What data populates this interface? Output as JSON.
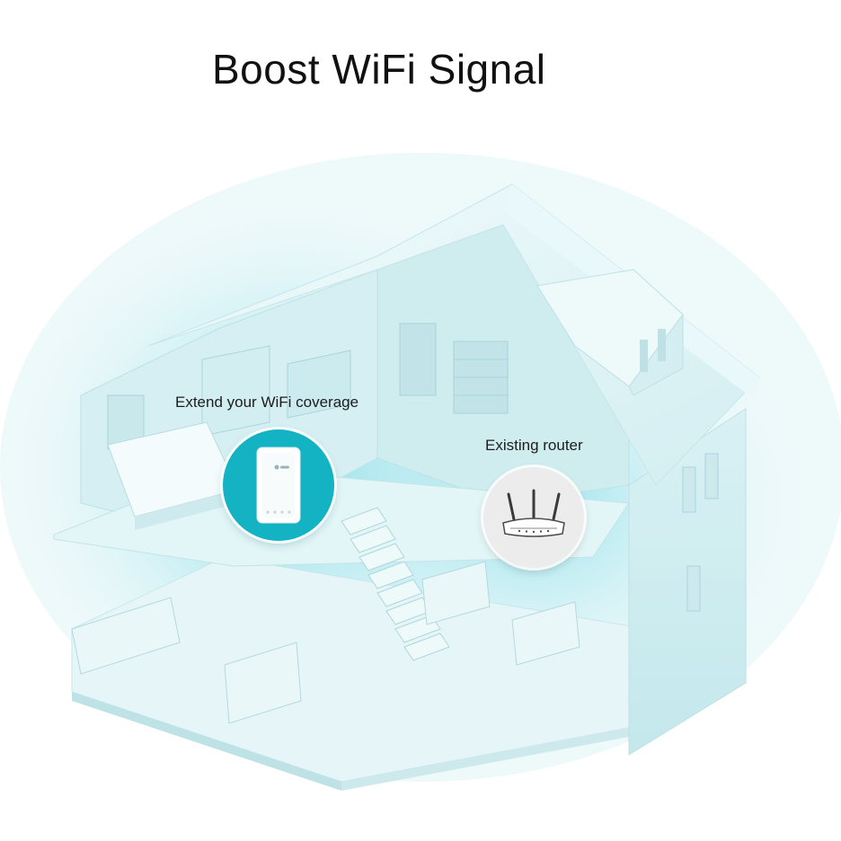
{
  "heading": {
    "title": "Boost WiFi Signal"
  },
  "callouts": {
    "extender": {
      "label": "Extend your WiFi coverage",
      "icon": "range-extender-icon"
    },
    "router": {
      "label": "Existing router",
      "icon": "router-icon"
    }
  },
  "colors": {
    "accent": "#13b3c3",
    "glow": "#9fe4ee",
    "house": "#dff2f4",
    "background": "#ffffff"
  }
}
